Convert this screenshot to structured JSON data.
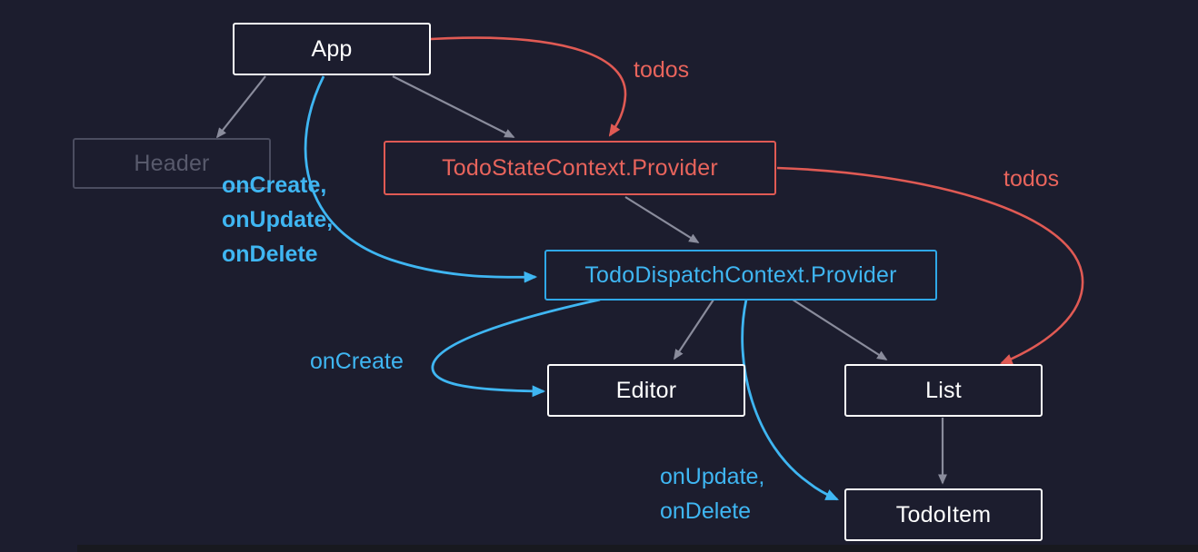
{
  "diagram": {
    "title": "React Context component tree",
    "background_color": "#1c1d2e",
    "colors": {
      "default_node_border": "#ffffff",
      "default_node_text": "#ffffff",
      "dim_node_border": "#4b4d60",
      "dim_node_text": "#585a6c",
      "state_context_color": "#e8645c",
      "dispatch_context_color": "#3fb6f2",
      "gray_edge": "#8a8c9c",
      "red_edge": "#e05a54",
      "blue_edge": "#3fb6f2"
    },
    "nodes": [
      {
        "id": "app",
        "label": "App",
        "style": "default"
      },
      {
        "id": "header",
        "label": "Header",
        "style": "dim"
      },
      {
        "id": "state_provider",
        "label": "TodoStateContext.Provider",
        "style": "red"
      },
      {
        "id": "dispatch_provider",
        "label": "TodoDispatchContext.Provider",
        "style": "blue"
      },
      {
        "id": "editor",
        "label": "Editor",
        "style": "default"
      },
      {
        "id": "list",
        "label": "List",
        "style": "default"
      },
      {
        "id": "todoitem",
        "label": "TodoItem",
        "style": "default"
      }
    ],
    "edge_labels": [
      {
        "id": "todos_top",
        "text": "todos",
        "color": "red"
      },
      {
        "id": "todos_right",
        "text": "todos",
        "color": "red"
      },
      {
        "id": "handlers_app",
        "text": "onCreate,\nonUpdate,\nonDelete",
        "color": "blue"
      },
      {
        "id": "oncreate_editor",
        "text": "onCreate",
        "color": "blue"
      },
      {
        "id": "handlers_todoitem",
        "text": "onUpdate,\nonDelete",
        "color": "blue"
      }
    ],
    "edges": [
      {
        "from": "app",
        "to": "header",
        "color": "gray"
      },
      {
        "from": "app",
        "to": "state_provider",
        "color": "gray"
      },
      {
        "from": "app",
        "to": "state_provider",
        "color": "red",
        "label": "todos"
      },
      {
        "from": "app",
        "to": "dispatch_provider",
        "color": "blue",
        "label": "onCreate, onUpdate, onDelete"
      },
      {
        "from": "state_provider",
        "to": "dispatch_provider",
        "color": "gray"
      },
      {
        "from": "state_provider",
        "to": "list",
        "color": "red",
        "label": "todos"
      },
      {
        "from": "dispatch_provider",
        "to": "editor",
        "color": "gray"
      },
      {
        "from": "dispatch_provider",
        "to": "editor",
        "color": "blue",
        "label": "onCreate"
      },
      {
        "from": "dispatch_provider",
        "to": "list",
        "color": "gray"
      },
      {
        "from": "dispatch_provider",
        "to": "todoitem",
        "color": "blue",
        "label": "onUpdate, onDelete"
      },
      {
        "from": "list",
        "to": "todoitem",
        "color": "gray"
      }
    ]
  }
}
